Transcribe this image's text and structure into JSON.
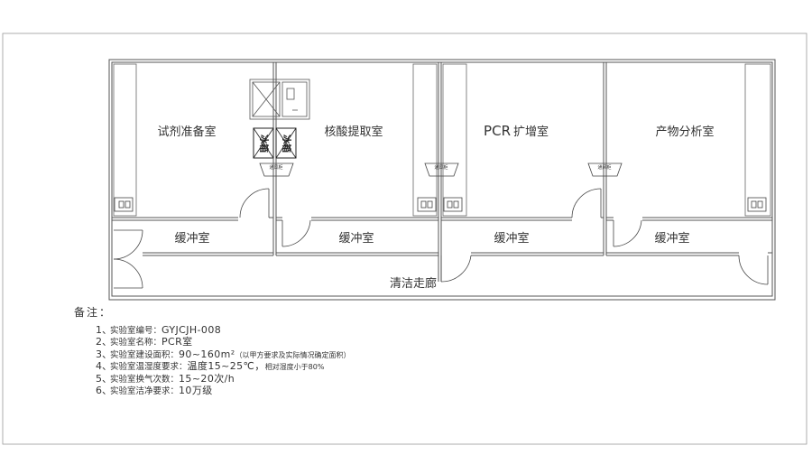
{
  "rooms": {
    "reagent_prep": "试剂准备室",
    "nucleic_extraction": "核酸提取室",
    "pcr_amplification_prefix": "PCR",
    "pcr_amplification_suffix": "扩增室",
    "product_analysis": "产物分析室",
    "buffer_1": "缓冲室",
    "buffer_2": "缓冲室",
    "buffer_3": "缓冲室",
    "buffer_4": "缓冲室",
    "corridor": "清洁走廊"
  },
  "equipment": {
    "fridge_left": "冰箱",
    "fridge_right": "冰箱",
    "cabinet_1": "通风柜",
    "cabinet_2": "通风柜",
    "cabinet_3": "通风柜"
  },
  "notes": {
    "title": "备注：",
    "items": [
      {
        "num": "1、",
        "label": "实验室编号：",
        "value": "GYJCJH-008",
        "extra": ""
      },
      {
        "num": "2、",
        "label": "实验室名称：",
        "value": "PCR室",
        "extra": ""
      },
      {
        "num": "3、",
        "label": "实验室建设面积：",
        "value": "90~160m²",
        "extra": "（以甲方要求及实际情况确定面积）"
      },
      {
        "num": "4、",
        "label": "实验室温湿度要求：",
        "value": "温度15~25℃，",
        "extra": "相对湿度小于80%"
      },
      {
        "num": "5、",
        "label": "实验室换气次数：",
        "value": "15~20次/h",
        "extra": ""
      },
      {
        "num": "6、",
        "label": "实验室洁净要求：",
        "value": "10万级",
        "extra": ""
      }
    ]
  }
}
